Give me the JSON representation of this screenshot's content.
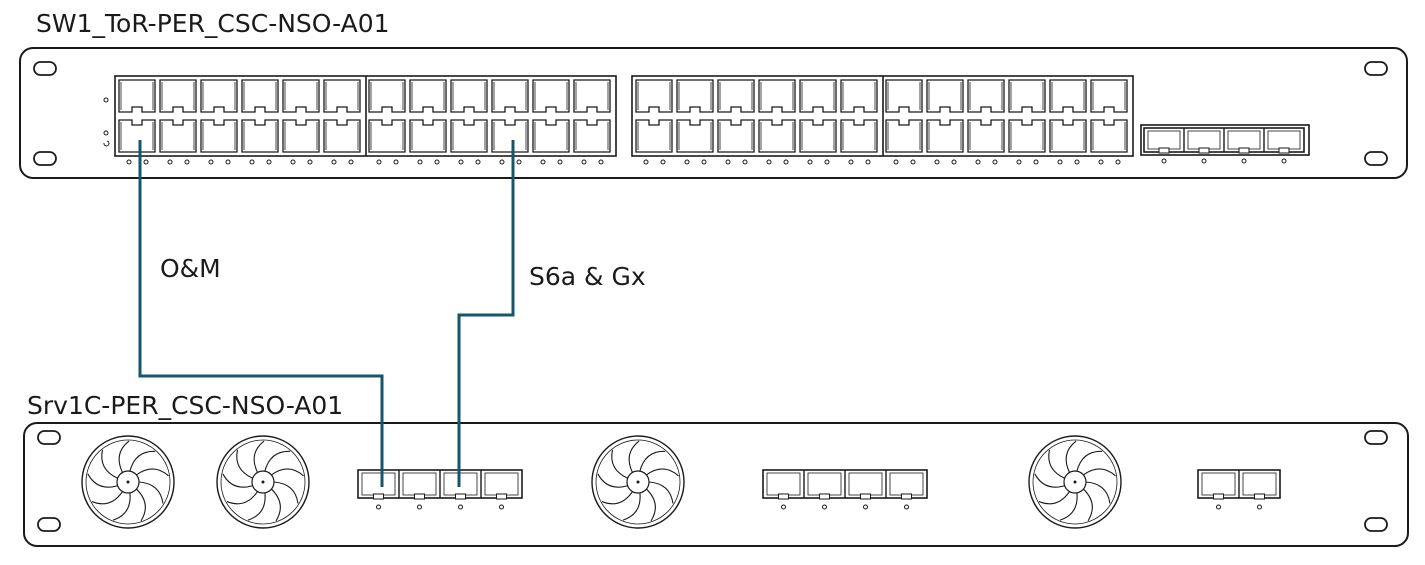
{
  "switch": {
    "title": "SW1_ToR-PER_CSC-NSO-A01",
    "rj45_ports_per_row": 24,
    "rj45_rows": 2,
    "sfp_ports": 4
  },
  "server": {
    "title": "Srv1C-PER_CSC-NSO-A01",
    "fans": 4,
    "nic_groups": [
      4,
      4,
      2
    ]
  },
  "links": [
    {
      "label": "O&M",
      "color": "#16556b"
    },
    {
      "label": "S6a & Gx",
      "color": "#16556b"
    }
  ],
  "colors": {
    "outline": "#1a1a1a",
    "link": "#16556b"
  }
}
